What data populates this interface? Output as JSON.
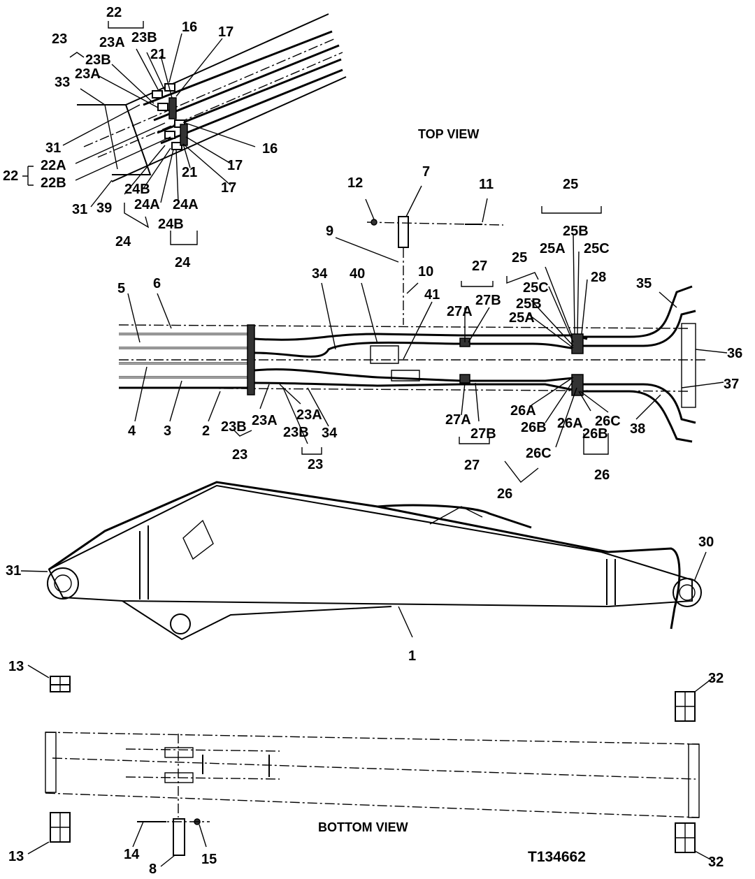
{
  "views": {
    "top_view_title": "TOP VIEW",
    "bottom_view_title": "BOTTOM VIEW",
    "figure_id": "T134662"
  },
  "callouts": [
    {
      "id": "c22_top",
      "text": "22"
    },
    {
      "id": "c23_top",
      "text": "23"
    },
    {
      "id": "c23A_1",
      "text": "23A"
    },
    {
      "id": "c23B_1",
      "text": "23B"
    },
    {
      "id": "c16_top",
      "text": "16"
    },
    {
      "id": "c17_top",
      "text": "17"
    },
    {
      "id": "c23B_2",
      "text": "23B"
    },
    {
      "id": "c21_top",
      "text": "21"
    },
    {
      "id": "c23A_2",
      "text": "23A"
    },
    {
      "id": "c33",
      "text": "33"
    },
    {
      "id": "c31_det",
      "text": "31"
    },
    {
      "id": "c22A",
      "text": "22A"
    },
    {
      "id": "c22B",
      "text": "22B"
    },
    {
      "id": "c22_side",
      "text": "22"
    },
    {
      "id": "c31_det2",
      "text": "31"
    },
    {
      "id": "c39",
      "text": "39"
    },
    {
      "id": "c24B_1",
      "text": "24B"
    },
    {
      "id": "c24A_1",
      "text": "24A"
    },
    {
      "id": "c24A_2",
      "text": "24A"
    },
    {
      "id": "c24_1",
      "text": "24"
    },
    {
      "id": "c24B_2",
      "text": "24B"
    },
    {
      "id": "c24_2",
      "text": "24"
    },
    {
      "id": "c16_b",
      "text": "16"
    },
    {
      "id": "c21_b",
      "text": "21"
    },
    {
      "id": "c17_b1",
      "text": "17"
    },
    {
      "id": "c17_b2",
      "text": "17"
    },
    {
      "id": "c12",
      "text": "12"
    },
    {
      "id": "c7",
      "text": "7"
    },
    {
      "id": "c11",
      "text": "11"
    },
    {
      "id": "c25_top",
      "text": "25"
    },
    {
      "id": "c25B_top",
      "text": "25B"
    },
    {
      "id": "c25A_top",
      "text": "25A"
    },
    {
      "id": "c25C_top",
      "text": "25C"
    },
    {
      "id": "c9",
      "text": "9"
    },
    {
      "id": "c10",
      "text": "10"
    },
    {
      "id": "c27_top",
      "text": "27"
    },
    {
      "id": "c25_mid",
      "text": "25"
    },
    {
      "id": "c28",
      "text": "28"
    },
    {
      "id": "c35",
      "text": "35"
    },
    {
      "id": "c34_top",
      "text": "34"
    },
    {
      "id": "c40",
      "text": "40"
    },
    {
      "id": "c41",
      "text": "41"
    },
    {
      "id": "c25C_mid",
      "text": "25C"
    },
    {
      "id": "c27A_top",
      "text": "27A"
    },
    {
      "id": "c27B_top",
      "text": "27B"
    },
    {
      "id": "c25B_mid",
      "text": "25B"
    },
    {
      "id": "c25A_mid",
      "text": "25A"
    },
    {
      "id": "c5",
      "text": "5"
    },
    {
      "id": "c6",
      "text": "6"
    },
    {
      "id": "c36",
      "text": "36"
    },
    {
      "id": "c37",
      "text": "37"
    },
    {
      "id": "c4",
      "text": "4"
    },
    {
      "id": "c3",
      "text": "3"
    },
    {
      "id": "c2",
      "text": "2"
    },
    {
      "id": "c23A_3",
      "text": "23A"
    },
    {
      "id": "c23A_4",
      "text": "23A"
    },
    {
      "id": "c23B_3",
      "text": "23B"
    },
    {
      "id": "c23B_4",
      "text": "23B"
    },
    {
      "id": "c34_bot",
      "text": "34"
    },
    {
      "id": "c23_b1",
      "text": "23"
    },
    {
      "id": "c23_b2",
      "text": "23"
    },
    {
      "id": "c27A_bot",
      "text": "27A"
    },
    {
      "id": "c27B_bot",
      "text": "27B"
    },
    {
      "id": "c27_bot",
      "text": "27"
    },
    {
      "id": "c26A_1",
      "text": "26A"
    },
    {
      "id": "c26B_1",
      "text": "26B"
    },
    {
      "id": "c26A_2",
      "text": "26A"
    },
    {
      "id": "c26C_1",
      "text": "26C"
    },
    {
      "id": "c26B_2",
      "text": "26B"
    },
    {
      "id": "c26C_2",
      "text": "26C"
    },
    {
      "id": "c26_1",
      "text": "26"
    },
    {
      "id": "c26_2",
      "text": "26"
    },
    {
      "id": "c38",
      "text": "38"
    },
    {
      "id": "c30",
      "text": "30"
    },
    {
      "id": "c31_side",
      "text": "31"
    },
    {
      "id": "c1",
      "text": "1"
    },
    {
      "id": "c13_top",
      "text": "13"
    },
    {
      "id": "c32_top",
      "text": "32"
    },
    {
      "id": "c13_bot",
      "text": "13"
    },
    {
      "id": "c32_bot",
      "text": "32"
    },
    {
      "id": "c14",
      "text": "14"
    },
    {
      "id": "c15",
      "text": "15"
    },
    {
      "id": "c8",
      "text": "8"
    }
  ]
}
